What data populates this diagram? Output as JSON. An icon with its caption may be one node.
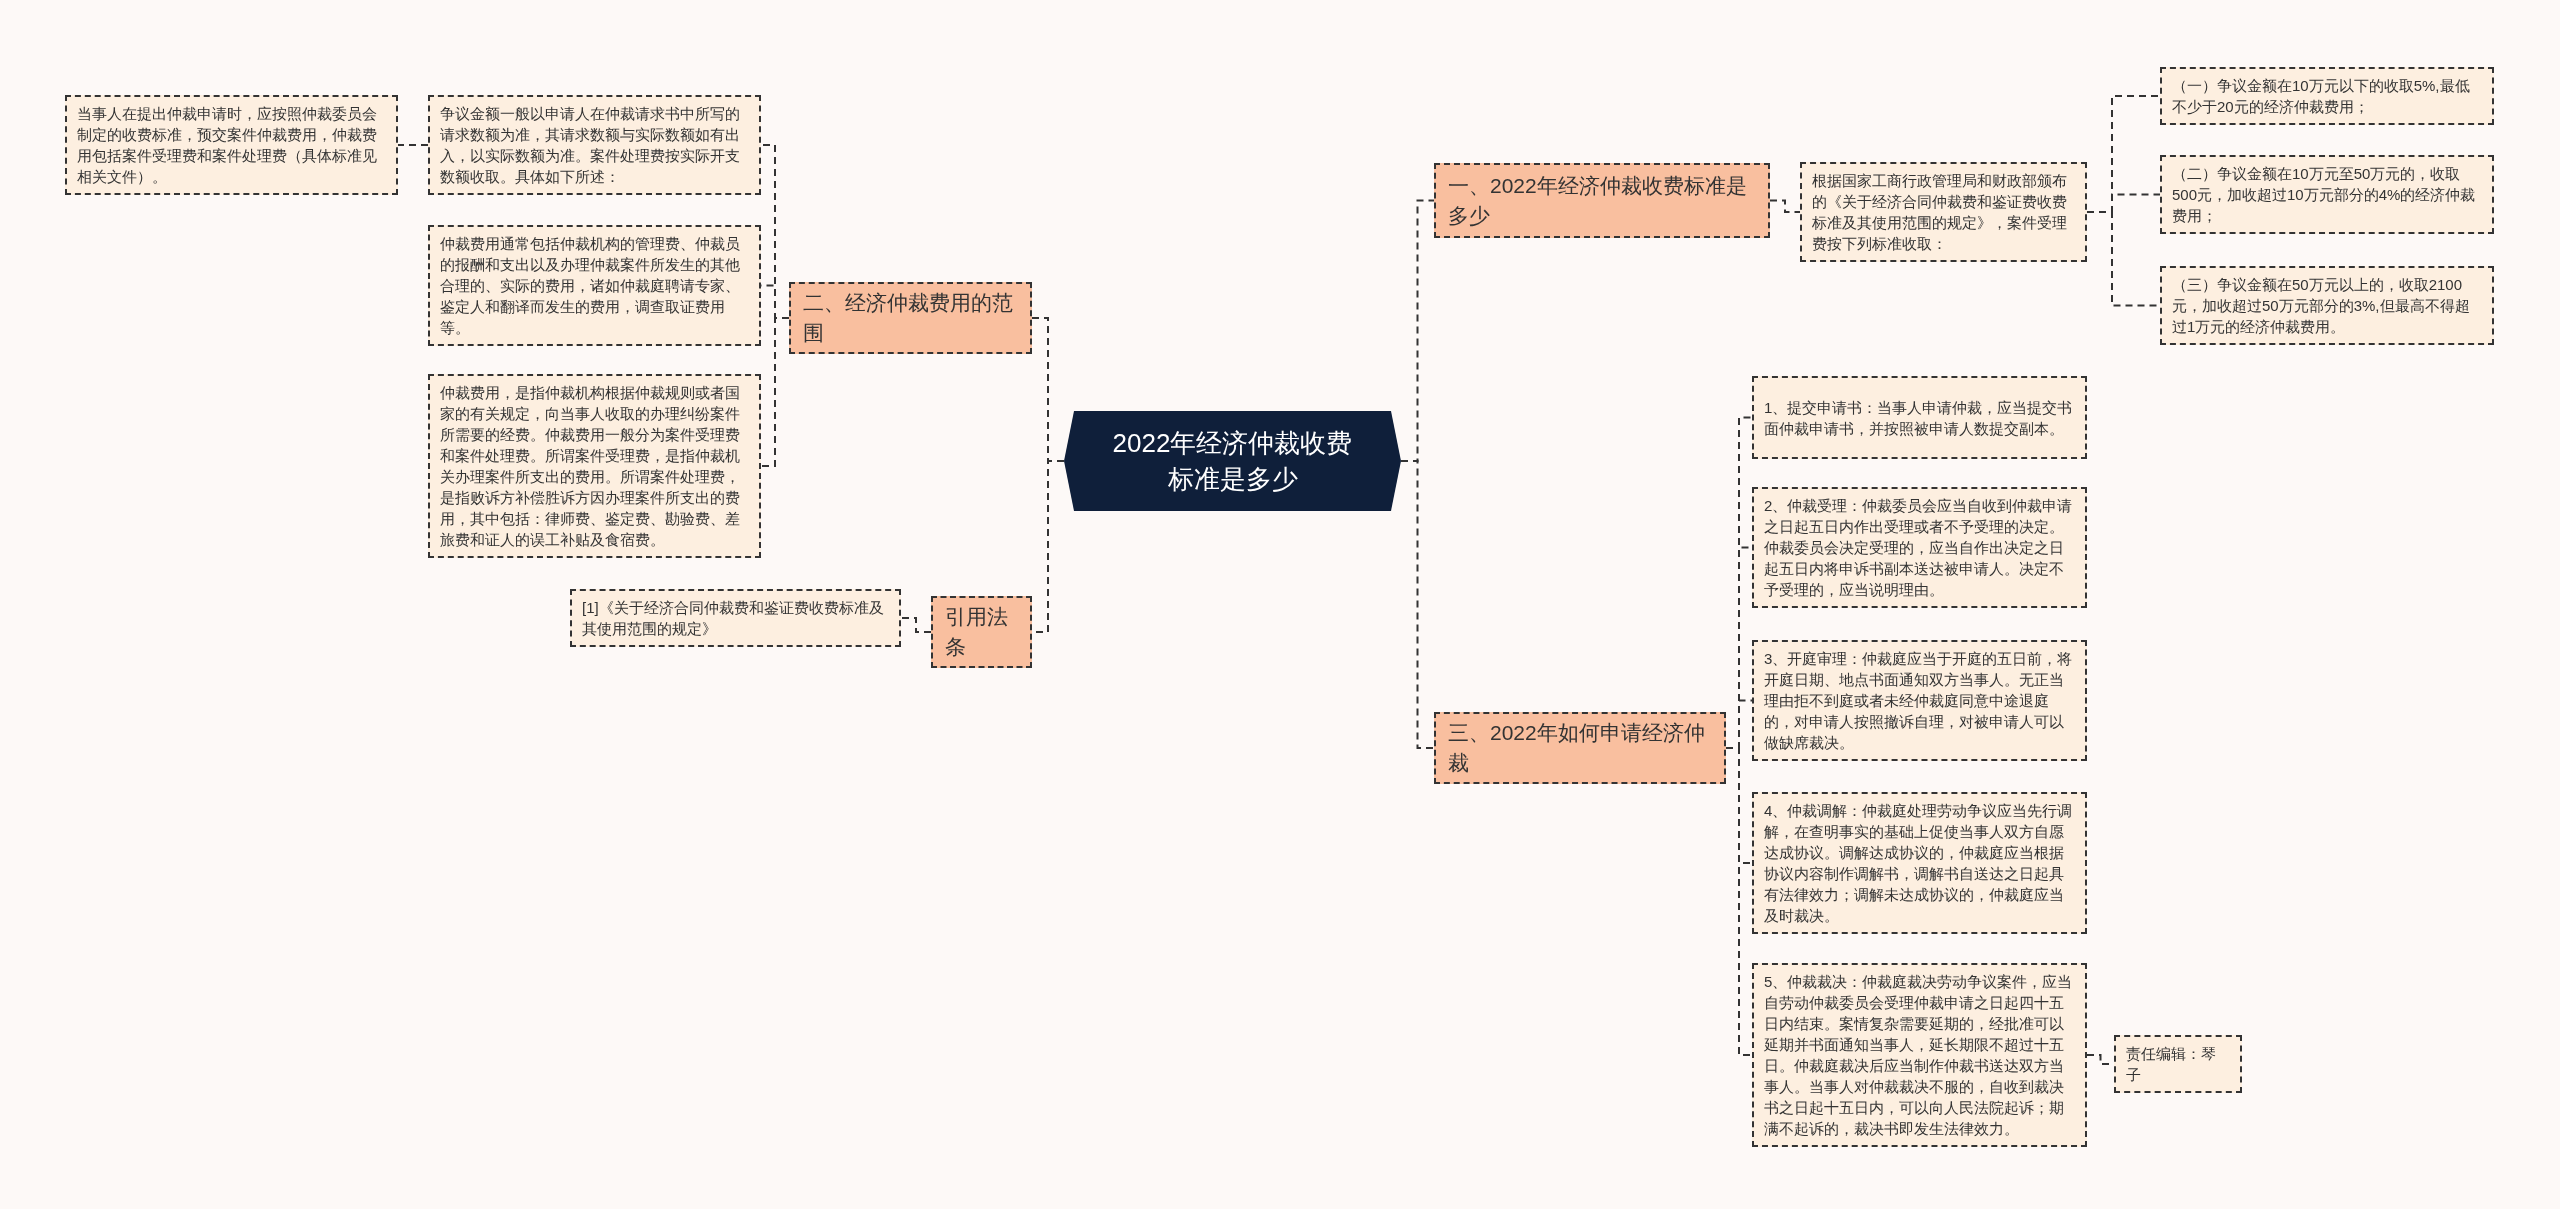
{
  "diagram": {
    "nodes": [
      {
        "text": [
          "2022年经济仲裁收费标准是多少"
        ]
      },
      {
        "text": [
          "一、2022年经济仲裁收费标准是多少"
        ]
      },
      {
        "text": [
          "根据国家工商行政管理局和财政部颁布的《关于经济合同仲裁费和鉴证费收费标准及其使用范围的规定》，案件受理费按下列标准收取："
        ]
      },
      {
        "text": [
          "（一）争议金额在10万元以下的收取5%,最低不少于20元的经济仲裁费用；"
        ]
      },
      {
        "text": [
          "（二）争议金额在10万元至50万元的，收取500元，加收超过10万元部分的4%的经济仲裁费用；"
        ]
      },
      {
        "text": [
          "（三）争议金额在50万元以上的，收取2100元，加收超过50万元部分的3%,但最高不得超过1万元的经济仲裁费用。"
        ]
      },
      {
        "text": [
          "三、2022年如何申请经济仲裁"
        ]
      },
      {
        "text": [
          "1、提交申请书：当事人申请仲裁，应当提交书面仲裁申请书，并按照被申请人数提交副本。"
        ]
      },
      {
        "text": [
          "2、仲裁受理：仲裁委员会应当自收到仲裁申请之日起五日内作出受理或者不予受理的决定。仲裁委员会决定受理的，应当自作出决定之日起五日内将申诉书副本送达被申请人。决定不予受理的，应当说明理由。"
        ]
      },
      {
        "text": [
          "3、开庭审理：仲裁庭应当于开庭的五日前，将开庭日期、地点书面通知双方当事人。无正当理由拒不到庭或者未经仲裁庭同意中途退庭的，对申请人按照撤诉自理，对被申请人可以做缺席裁决。"
        ]
      },
      {
        "text": [
          "4、仲裁调解：仲裁庭处理劳动争议应当先行调解，在查明事实的基础上促使当事人双方自愿达成协议。调解达成协议的，仲裁庭应当根据协议内容制作调解书，调解书自送达之日起具有法律效力；调解未达成协议的，仲裁庭应当及时裁决。"
        ]
      },
      {
        "text": [
          "5、仲裁裁决：仲裁庭裁决劳动争议案件，应当自劳动仲裁委员会受理仲裁申请之日起四十五日内结束。案情复杂需要延期的，经批准可以延期并书面通知当事人，延长期限不超过十五日。仲裁庭裁决后应当制作仲裁书送达双方当事人。当事人对仲裁裁决不服的，自收到裁决书之日起十五日内，可以向人民法院起诉；期满不起诉的，裁决书即发生法律效力。"
        ]
      },
      {
        "text": [
          "责任编辑：琴子"
        ]
      },
      {
        "text": [
          "二、经济仲裁费用的范围"
        ]
      },
      {
        "text": [
          "争议金额一般以申请人在仲裁请求书中所写的请求数额为准，其请求数额与实际数额如有出入，以实际数额为准。案件处理费按实际开支数额收取。具体如下所述："
        ]
      },
      {
        "text": [
          "当事人在提出仲裁申请时，应按照仲裁委员会制定的收费标准，预交案件仲裁费用，仲裁费用包括案件受理费和案件处理费（具体标准见相关文件）。"
        ]
      },
      {
        "text": [
          "仲裁费用通常包括仲裁机构的管理费、仲裁员的报酬和支出以及办理仲裁案件所发生的其他合理的、实际的费用，诸如仲裁庭聘请专家、鉴定人和翻译而发生的费用，调查取证费用等。"
        ]
      },
      {
        "text": [
          "仲裁费用，是指仲裁机构根据仲裁规则或者国家的有关规定，向当事人收取的办理纠纷案件所需要的经费。仲裁费用一般分为案件受理费和案件处理费。所谓案件受理费，是指仲裁机关办理案件所支出的费用。所谓案件处理费，是指败诉方补偿胜诉方因办理案件所支出的费用，其中包括：律师费、鉴定费、勘验费、差旅费和证人的误工补贴及食宿费。"
        ]
      },
      {
        "text": [
          "引用法条"
        ]
      },
      {
        "text": [
          "[1]《关于经济合同仲裁费和鉴证费收费标准及其使用范围的规定》"
        ]
      }
    ],
    "edges": [
      {
        "from": 0,
        "to": 1,
        "arrow": "none"
      },
      {
        "from": 0,
        "to": 6,
        "arrow": "none"
      },
      {
        "from": 0,
        "to": 13,
        "arrow": "none"
      },
      {
        "from": 0,
        "to": 18,
        "arrow": "none"
      },
      {
        "from": 1,
        "to": 2,
        "arrow": "none"
      },
      {
        "from": 2,
        "to": 3,
        "arrow": "none"
      },
      {
        "from": 2,
        "to": 4,
        "arrow": "none"
      },
      {
        "from": 2,
        "to": 5,
        "arrow": "none"
      },
      {
        "from": 6,
        "to": 7,
        "arrow": "none"
      },
      {
        "from": 6,
        "to": 8,
        "arrow": "none"
      },
      {
        "from": 6,
        "to": 9,
        "arrow": "none"
      },
      {
        "from": 6,
        "to": 10,
        "arrow": "none"
      },
      {
        "from": 6,
        "to": 11,
        "arrow": "none"
      },
      {
        "from": 11,
        "to": 12,
        "arrow": "none"
      },
      {
        "from": 13,
        "to": 14,
        "arrow": "none"
      },
      {
        "from": 13,
        "to": 16,
        "arrow": "none"
      },
      {
        "from": 13,
        "to": 17,
        "arrow": "none"
      },
      {
        "from": 14,
        "to": 15,
        "arrow": "none"
      },
      {
        "from": 18,
        "to": 19,
        "arrow": "none"
      }
    ]
  }
}
